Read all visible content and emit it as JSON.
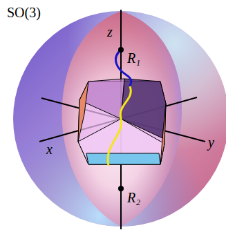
{
  "diagram": {
    "labels": [
      "SO(3)",
      "z",
      "R₁",
      "x",
      "y",
      "R₂"
    ]
  }
}
